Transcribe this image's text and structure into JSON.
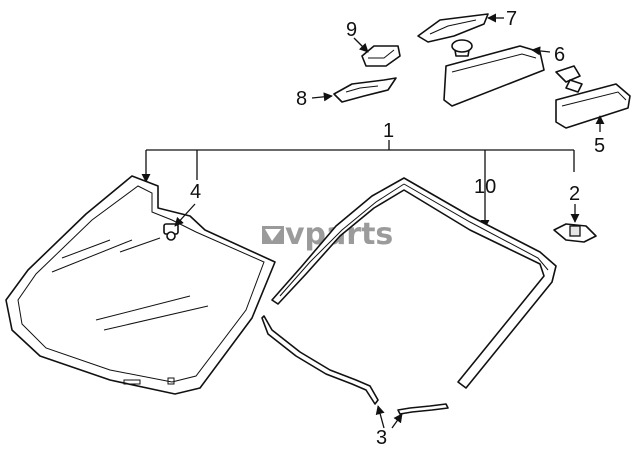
{
  "callouts": {
    "c1": "1",
    "c2": "2",
    "c3": "3",
    "c4": "4",
    "c5": "5",
    "c6": "6",
    "c7": "7",
    "c8": "8",
    "c9": "9",
    "c10": "10"
  },
  "watermark": "vparts"
}
